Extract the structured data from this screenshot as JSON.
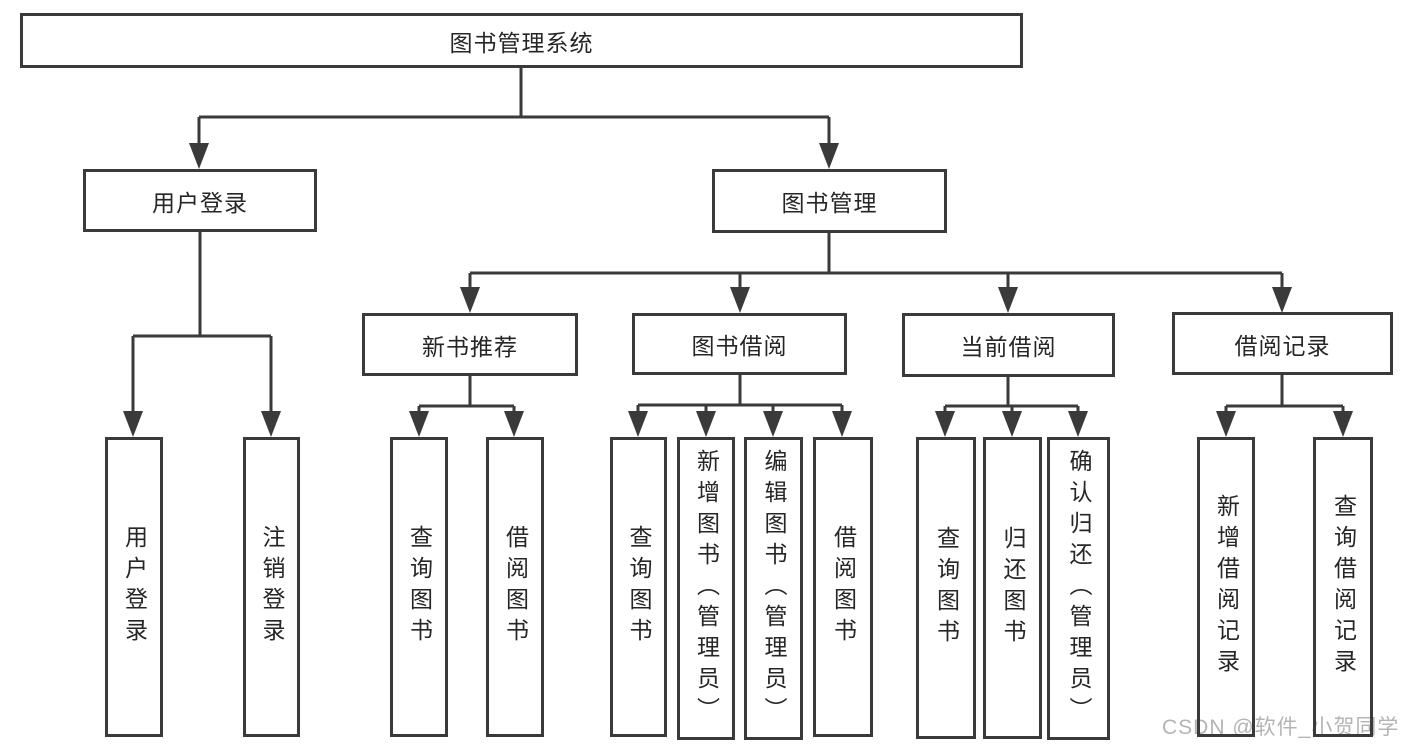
{
  "root": {
    "label": "图书管理系统"
  },
  "branches": [
    {
      "label": "用户登录",
      "children": [
        {
          "label": "用户登录"
        },
        {
          "label": "注销登录"
        }
      ]
    },
    {
      "label": "图书管理",
      "children": [
        {
          "label": "新书推荐",
          "children": [
            {
              "label": "查询图书"
            },
            {
              "label": "借阅图书"
            }
          ]
        },
        {
          "label": "图书借阅",
          "children": [
            {
              "label": "查询图书"
            },
            {
              "label": "新增图书（管理员）"
            },
            {
              "label": "编辑图书（管理员）"
            },
            {
              "label": "借阅图书"
            }
          ]
        },
        {
          "label": "当前借阅",
          "children": [
            {
              "label": "查询图书"
            },
            {
              "label": "归还图书"
            },
            {
              "label": "确认归还（管理员）"
            }
          ]
        },
        {
          "label": "借阅记录",
          "children": [
            {
              "label": "新增借阅记录"
            },
            {
              "label": "查询借阅记录"
            }
          ]
        }
      ]
    }
  ],
  "watermark": {
    "text": "CSDN @软件_小贺同学"
  },
  "colors": {
    "line": "#3a3a3a",
    "text": "#262626",
    "watermark": "#b4b4b4",
    "background": "#ffffff"
  }
}
